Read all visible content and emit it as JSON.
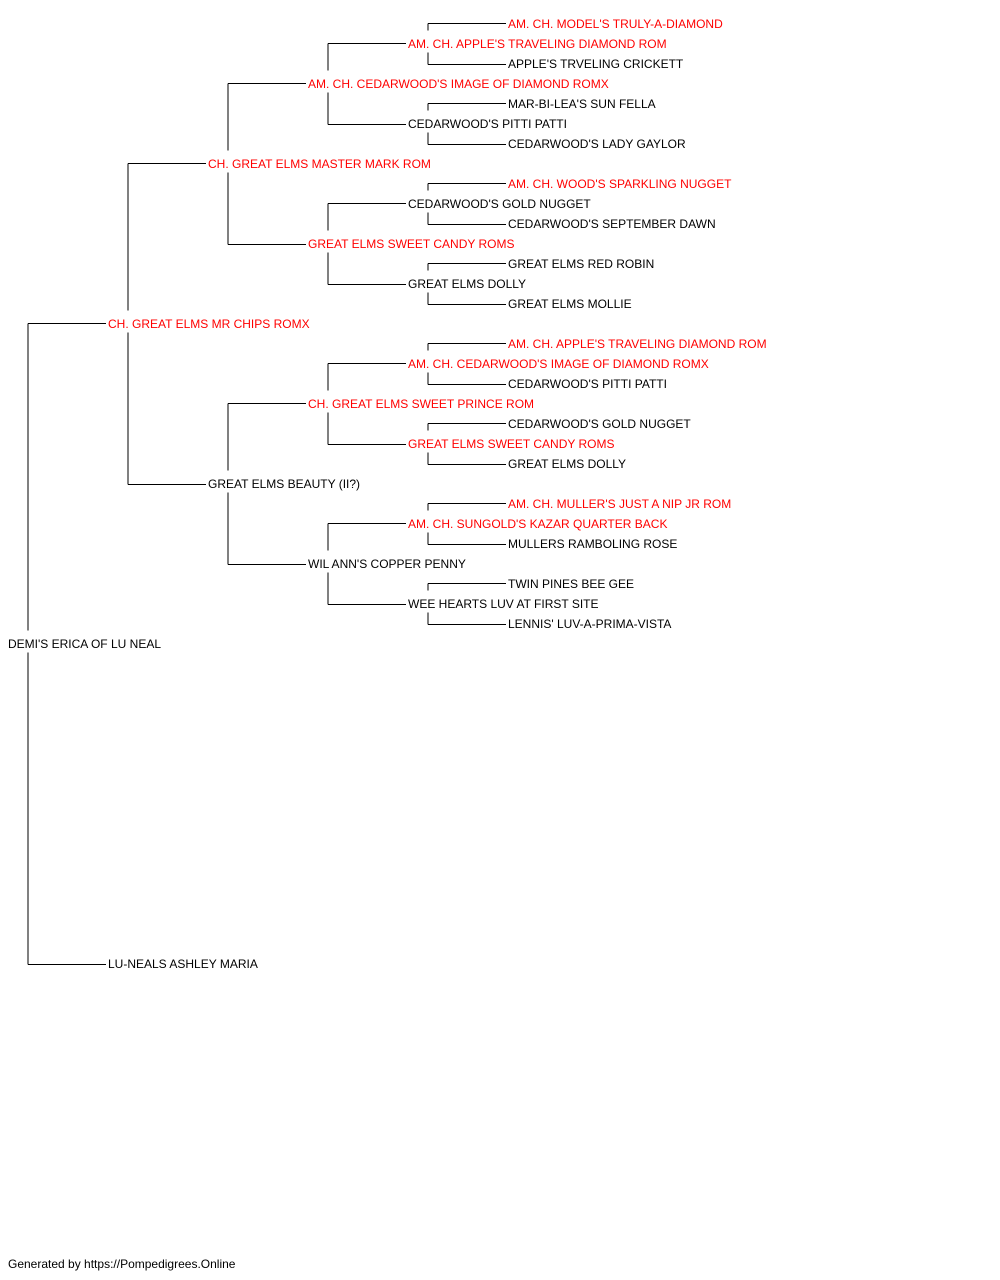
{
  "colors": {
    "champion": "#ff0000",
    "normal": "#000000",
    "line": "#000000"
  },
  "pedigree": {
    "name": "DEMI'S ERICA OF LU NEAL",
    "champ": false,
    "sire": {
      "name": "CH. GREAT ELMS MR CHIPS ROMX",
      "champ": true,
      "sire": {
        "name": "CH. GREAT ELMS MASTER MARK ROM",
        "champ": true,
        "sire": {
          "name": "AM. CH. CEDARWOOD'S IMAGE OF DIAMOND ROMX",
          "champ": true,
          "sire": {
            "name": "AM. CH. APPLE'S TRAVELING DIAMOND ROM",
            "champ": true,
            "sire": {
              "name": "AM. CH. MODEL'S TRULY-A-DIAMOND",
              "champ": true
            },
            "dam": {
              "name": "APPLE'S TRVELING CRICKETT",
              "champ": false
            }
          },
          "dam": {
            "name": "CEDARWOOD'S PITTI PATTI",
            "champ": false,
            "sire": {
              "name": "MAR-BI-LEA'S SUN FELLA",
              "champ": false
            },
            "dam": {
              "name": "CEDARWOOD'S LADY GAYLOR",
              "champ": false
            }
          }
        },
        "dam": {
          "name": "GREAT ELMS SWEET CANDY ROMS",
          "champ": true,
          "sire": {
            "name": "CEDARWOOD'S GOLD NUGGET",
            "champ": false,
            "sire": {
              "name": "AM. CH. WOOD'S SPARKLING NUGGET",
              "champ": true
            },
            "dam": {
              "name": "CEDARWOOD'S SEPTEMBER DAWN",
              "champ": false
            }
          },
          "dam": {
            "name": "GREAT ELMS DOLLY",
            "champ": false,
            "sire": {
              "name": "GREAT ELMS RED ROBIN",
              "champ": false
            },
            "dam": {
              "name": "GREAT ELMS MOLLIE",
              "champ": false
            }
          }
        }
      },
      "dam": {
        "name": "GREAT ELMS BEAUTY (II?)",
        "champ": false,
        "sire": {
          "name": "CH. GREAT ELMS SWEET PRINCE ROM",
          "champ": true,
          "sire": {
            "name": "AM. CH. CEDARWOOD'S IMAGE OF DIAMOND ROMX",
            "champ": true,
            "sire": {
              "name": "AM. CH. APPLE'S TRAVELING DIAMOND ROM",
              "champ": true
            },
            "dam": {
              "name": "CEDARWOOD'S PITTI PATTI",
              "champ": false
            }
          },
          "dam": {
            "name": "GREAT ELMS SWEET CANDY ROMS",
            "champ": true,
            "sire": {
              "name": "CEDARWOOD'S GOLD NUGGET",
              "champ": false
            },
            "dam": {
              "name": "GREAT ELMS DOLLY",
              "champ": false
            }
          }
        },
        "dam": {
          "name": "WIL ANN'S COPPER PENNY",
          "champ": false,
          "sire": {
            "name": "AM. CH. SUNGOLD'S KAZAR QUARTER BACK",
            "champ": true,
            "sire": {
              "name": "AM. CH. MULLER'S JUST A NIP JR ROM",
              "champ": true
            },
            "dam": {
              "name": "MULLERS RAMBOLING ROSE",
              "champ": false
            }
          },
          "dam": {
            "name": "WEE HEARTS LUV AT FIRST SITE",
            "champ": false,
            "sire": {
              "name": "TWIN PINES BEE GEE",
              "champ": false
            },
            "dam": {
              "name": "LENNIS' LUV-A-PRIMA-VISTA",
              "champ": false
            }
          }
        }
      }
    },
    "dam": {
      "name": "LU-NEALS ASHLEY MARIA",
      "champ": false
    }
  },
  "footer": "Generated by https://Pompedigrees.Online"
}
